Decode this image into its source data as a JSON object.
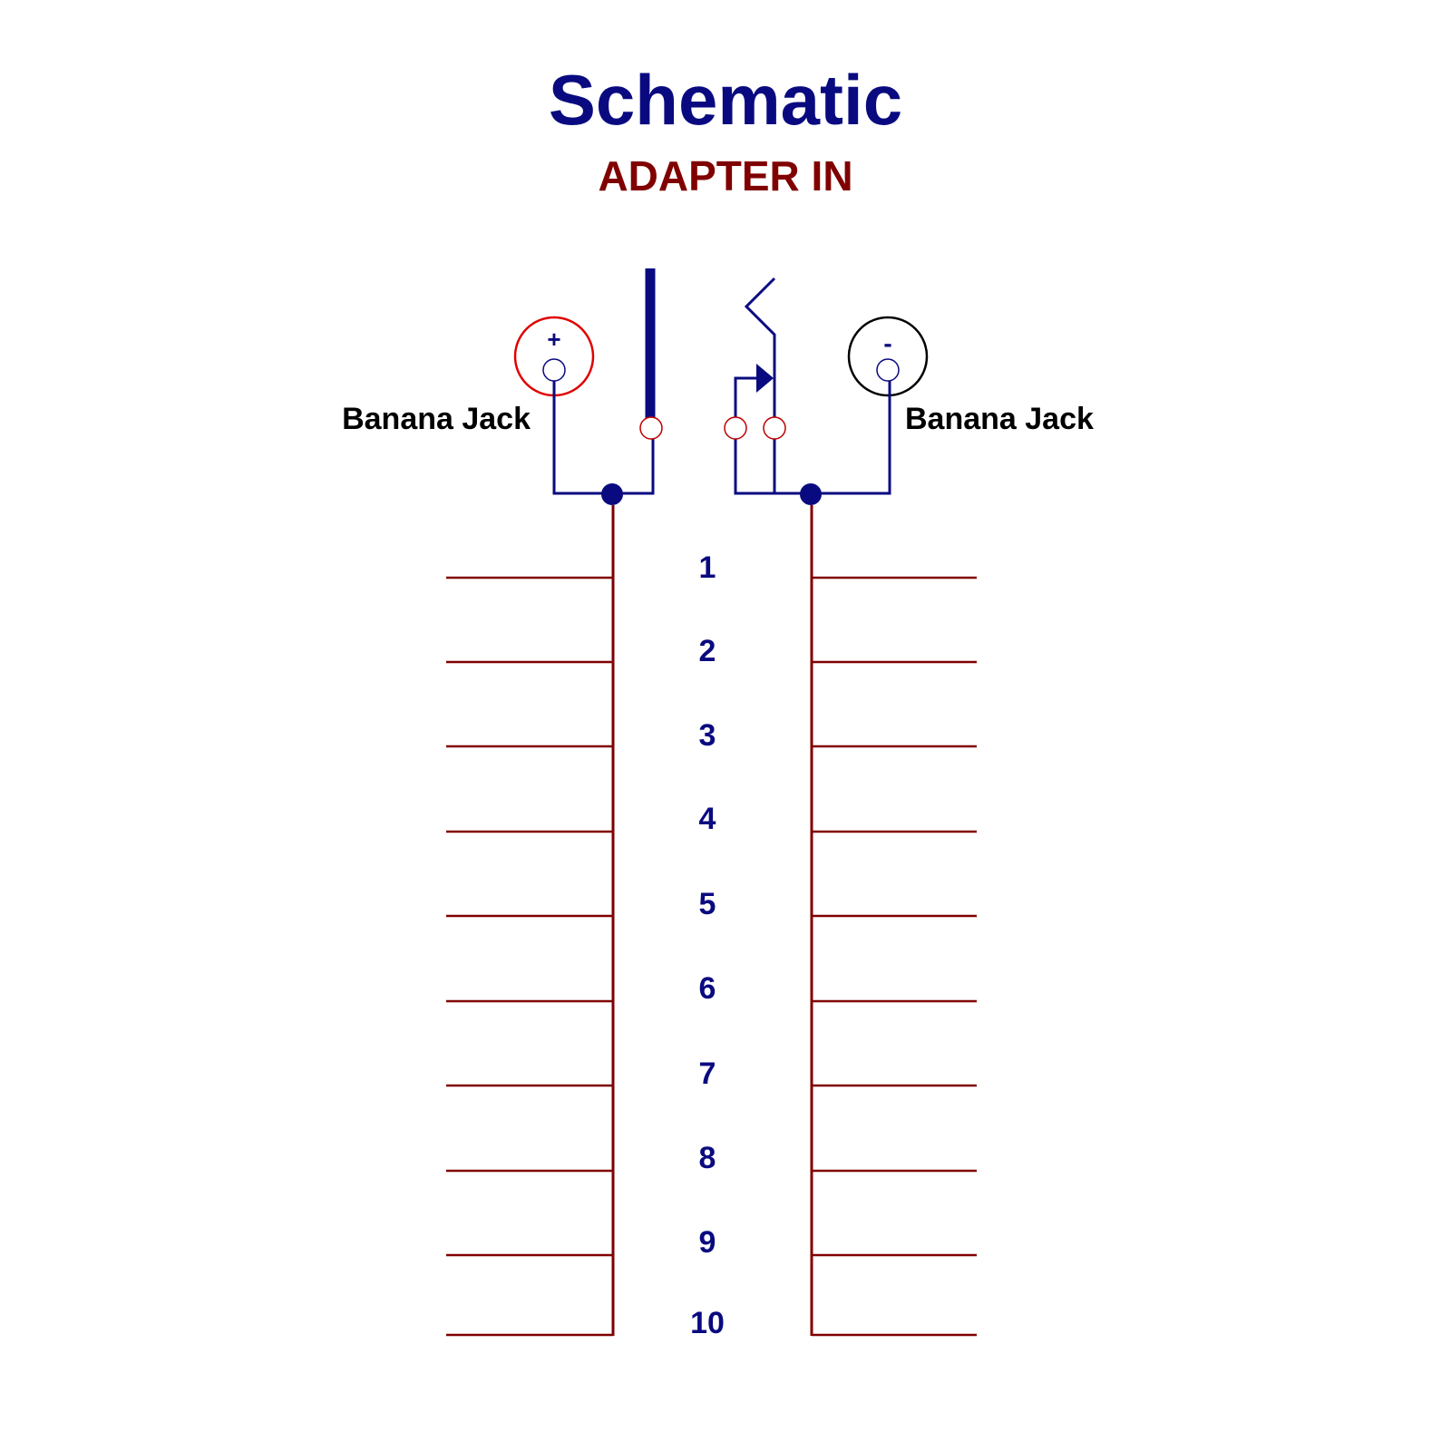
{
  "title": "Schematic",
  "subtitle": "ADAPTER IN",
  "left_jack": {
    "label": "Banana Jack",
    "polarity": "+"
  },
  "right_jack": {
    "label": "Banana Jack",
    "polarity": "-"
  },
  "pins": [
    "1",
    "2",
    "3",
    "4",
    "5",
    "6",
    "7",
    "8",
    "9",
    "10"
  ],
  "colors": {
    "title": "#0a0a80",
    "subtitle": "#800000",
    "wire_blue": "#0a0a80",
    "wire_red": "#800000",
    "jack_positive": "#e00000",
    "jack_negative": "#000000",
    "label": "#000000"
  }
}
